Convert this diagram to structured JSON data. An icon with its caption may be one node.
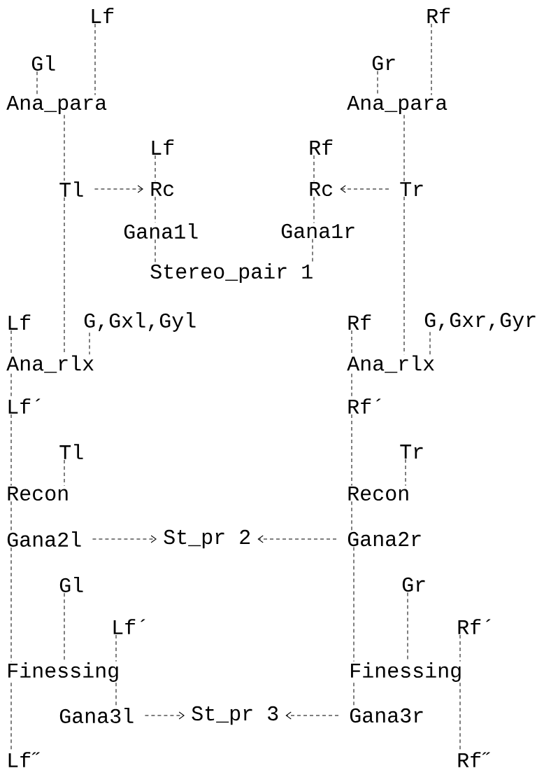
{
  "diagram": {
    "nodes": [
      {
        "text": [
          "Lf"
        ]
      },
      {
        "text": [
          "Gl"
        ]
      },
      {
        "text": [
          "Ana_para"
        ]
      },
      {
        "text": [
          "Lf"
        ]
      },
      {
        "text": [
          "Tl"
        ]
      },
      {
        "text": [
          "Rc"
        ]
      },
      {
        "text": [
          "Gana1l"
        ]
      },
      {
        "text": [
          "Stereo_pair 1"
        ]
      },
      {
        "text": [
          "Rf"
        ]
      },
      {
        "text": [
          "Gr"
        ]
      },
      {
        "text": [
          "Ana_para"
        ]
      },
      {
        "text": [
          "Rf"
        ]
      },
      {
        "text": [
          "Rc"
        ]
      },
      {
        "text": [
          "Tr"
        ]
      },
      {
        "text": [
          "Gana1r"
        ]
      },
      {
        "text": [
          "Lf"
        ]
      },
      {
        "text": [
          "G,Gxl,Gyl"
        ]
      },
      {
        "text": [
          "Ana_rlx"
        ]
      },
      {
        "text": [
          "Lf´"
        ]
      },
      {
        "text": [
          "Tl"
        ]
      },
      {
        "text": [
          "Recon"
        ]
      },
      {
        "text": [
          "Gana2l"
        ]
      },
      {
        "text": [
          "St_pr 2"
        ]
      },
      {
        "text": [
          "Rf"
        ]
      },
      {
        "text": [
          "G,Gxr,Gyr"
        ]
      },
      {
        "text": [
          "Ana_rlx"
        ]
      },
      {
        "text": [
          "Rf´"
        ]
      },
      {
        "text": [
          "Tr"
        ]
      },
      {
        "text": [
          "Recon"
        ]
      },
      {
        "text": [
          "Gana2r"
        ]
      },
      {
        "text": [
          "Gl"
        ]
      },
      {
        "text": [
          "Lf´"
        ]
      },
      {
        "text": [
          "Finessing"
        ]
      },
      {
        "text": [
          "Gana3l"
        ]
      },
      {
        "text": [
          "St_pr 3"
        ]
      },
      {
        "text": [
          "Lf˝"
        ]
      },
      {
        "text": [
          "Gr"
        ]
      },
      {
        "text": [
          "Rf´"
        ]
      },
      {
        "text": [
          "Finessing"
        ]
      },
      {
        "text": [
          "Gana3r"
        ]
      },
      {
        "text": [
          "Rf˝"
        ]
      }
    ],
    "edges": [
      {
        "from": 0,
        "to": 2,
        "arrow": "none"
      },
      {
        "from": 1,
        "to": 2,
        "arrow": "none"
      },
      {
        "from": 2,
        "to": 4,
        "arrow": "none"
      },
      {
        "from": 3,
        "to": 5,
        "arrow": "none"
      },
      {
        "from": 4,
        "to": 5,
        "arrow": "to"
      },
      {
        "from": 5,
        "to": 6,
        "arrow": "none"
      },
      {
        "from": 6,
        "to": 7,
        "arrow": "none"
      },
      {
        "from": 8,
        "to": 10,
        "arrow": "none"
      },
      {
        "from": 9,
        "to": 10,
        "arrow": "none"
      },
      {
        "from": 10,
        "to": 13,
        "arrow": "none"
      },
      {
        "from": 11,
        "to": 12,
        "arrow": "none"
      },
      {
        "from": 13,
        "to": 12,
        "arrow": "to"
      },
      {
        "from": 12,
        "to": 14,
        "arrow": "none"
      },
      {
        "from": 14,
        "to": 7,
        "arrow": "none"
      },
      {
        "from": 4,
        "to": 17,
        "arrow": "none"
      },
      {
        "from": 15,
        "to": 17,
        "arrow": "none"
      },
      {
        "from": 16,
        "to": 17,
        "arrow": "none"
      },
      {
        "from": 17,
        "to": 18,
        "arrow": "none"
      },
      {
        "from": 18,
        "to": 20,
        "arrow": "none"
      },
      {
        "from": 19,
        "to": 20,
        "arrow": "none"
      },
      {
        "from": 20,
        "to": 21,
        "arrow": "none"
      },
      {
        "from": 21,
        "to": 22,
        "arrow": "to"
      },
      {
        "from": 13,
        "to": 25,
        "arrow": "none"
      },
      {
        "from": 23,
        "to": 25,
        "arrow": "none"
      },
      {
        "from": 24,
        "to": 25,
        "arrow": "none"
      },
      {
        "from": 25,
        "to": 26,
        "arrow": "none"
      },
      {
        "from": 26,
        "to": 28,
        "arrow": "none"
      },
      {
        "from": 27,
        "to": 28,
        "arrow": "none"
      },
      {
        "from": 28,
        "to": 29,
        "arrow": "none"
      },
      {
        "from": 29,
        "to": 22,
        "arrow": "to"
      },
      {
        "from": 21,
        "to": 32,
        "arrow": "none"
      },
      {
        "from": 30,
        "to": 32,
        "arrow": "none"
      },
      {
        "from": 31,
        "to": 32,
        "arrow": "none"
      },
      {
        "from": 32,
        "to": 35,
        "arrow": "none"
      },
      {
        "from": 32,
        "to": 33,
        "arrow": "none"
      },
      {
        "from": 33,
        "to": 34,
        "arrow": "to"
      },
      {
        "from": 29,
        "to": 38,
        "arrow": "none"
      },
      {
        "from": 36,
        "to": 38,
        "arrow": "none"
      },
      {
        "from": 37,
        "to": 38,
        "arrow": "none"
      },
      {
        "from": 38,
        "to": 39,
        "arrow": "none"
      },
      {
        "from": 38,
        "to": 40,
        "arrow": "none"
      },
      {
        "from": 39,
        "to": 34,
        "arrow": "to"
      }
    ]
  }
}
